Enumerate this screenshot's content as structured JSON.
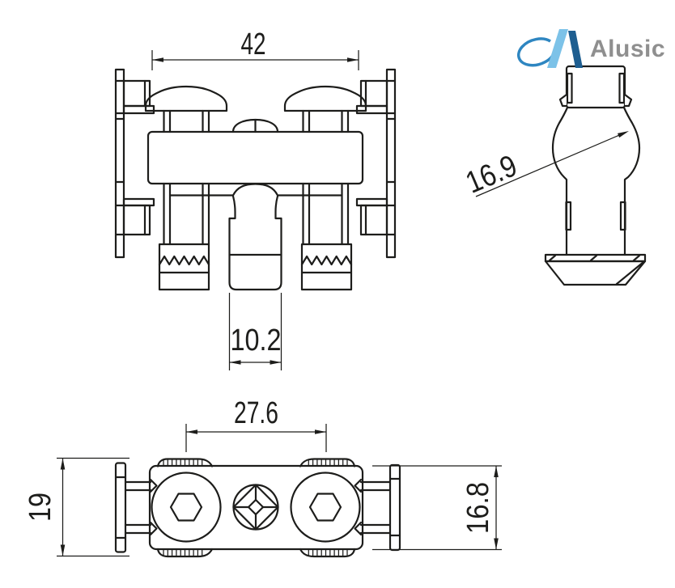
{
  "brand": {
    "name": "Alusic",
    "logo_text_color": "#8f8f8f",
    "logo_light_blue": "#7cc2e8",
    "logo_dark_blue": "#1e5e90",
    "logo_swoosh_blue": "#2e86c1"
  },
  "drawing": {
    "type": "technical-drawing",
    "subject": "profile clamp connector with T-nut",
    "line_color": "#1d1d1b",
    "background": "#ffffff",
    "views": {
      "front": {
        "title": "front-view",
        "dims": {
          "clamp_span": "42",
          "stem_width": "10.2"
        }
      },
      "side": {
        "title": "side-view",
        "dims": {
          "bulge_diameter": "16.9"
        }
      },
      "top": {
        "title": "top-view",
        "dims": {
          "screw_spacing": "27.6",
          "overall_width": "19",
          "plate_width": "16.8"
        }
      }
    }
  }
}
